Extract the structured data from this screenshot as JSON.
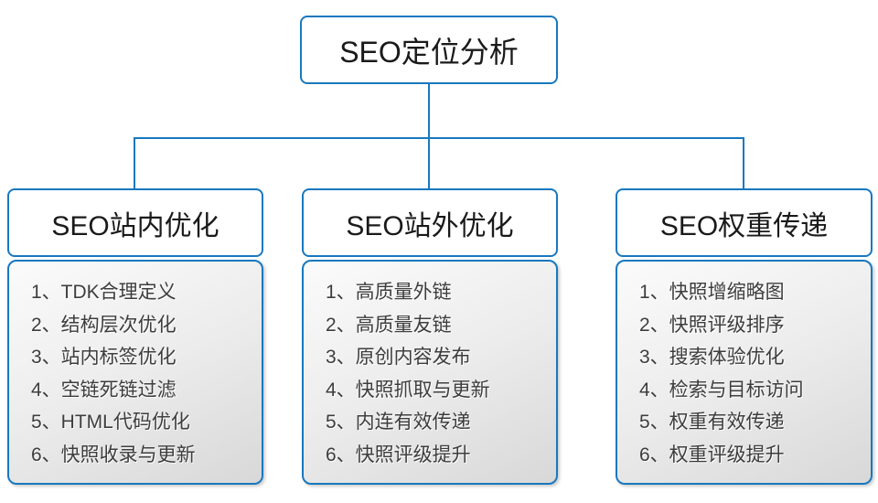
{
  "root_title": "SEO定位分析",
  "columns": [
    {
      "title": "SEO站内优化",
      "items": [
        "1、TDK合理定义",
        "2、结构层次优化",
        "3、站内标签优化",
        "4、空链死链过滤",
        "5、HTML代码优化",
        "6、快照收录与更新"
      ]
    },
    {
      "title": "SEO站外优化",
      "items": [
        "1、高质量外链",
        "2、高质量友链",
        "3、原创内容发布",
        "4、快照抓取与更新",
        "5、内连有效传递",
        "6、快照评级提升"
      ]
    },
    {
      "title": "SEO权重传递",
      "items": [
        "1、快照增缩略图",
        "2、快照评级排序",
        "3、搜索体验优化",
        "4、检索与目标访问",
        "5、权重有效传递",
        "6、权重评级提升"
      ]
    }
  ],
  "colors": {
    "connector_blue": "#1878be",
    "header_text": "#1a1a1a",
    "list_text": "#3d3d3d",
    "list_bg_top": "#fbfbfb",
    "list_bg_bottom": "#d8d8d8"
  }
}
